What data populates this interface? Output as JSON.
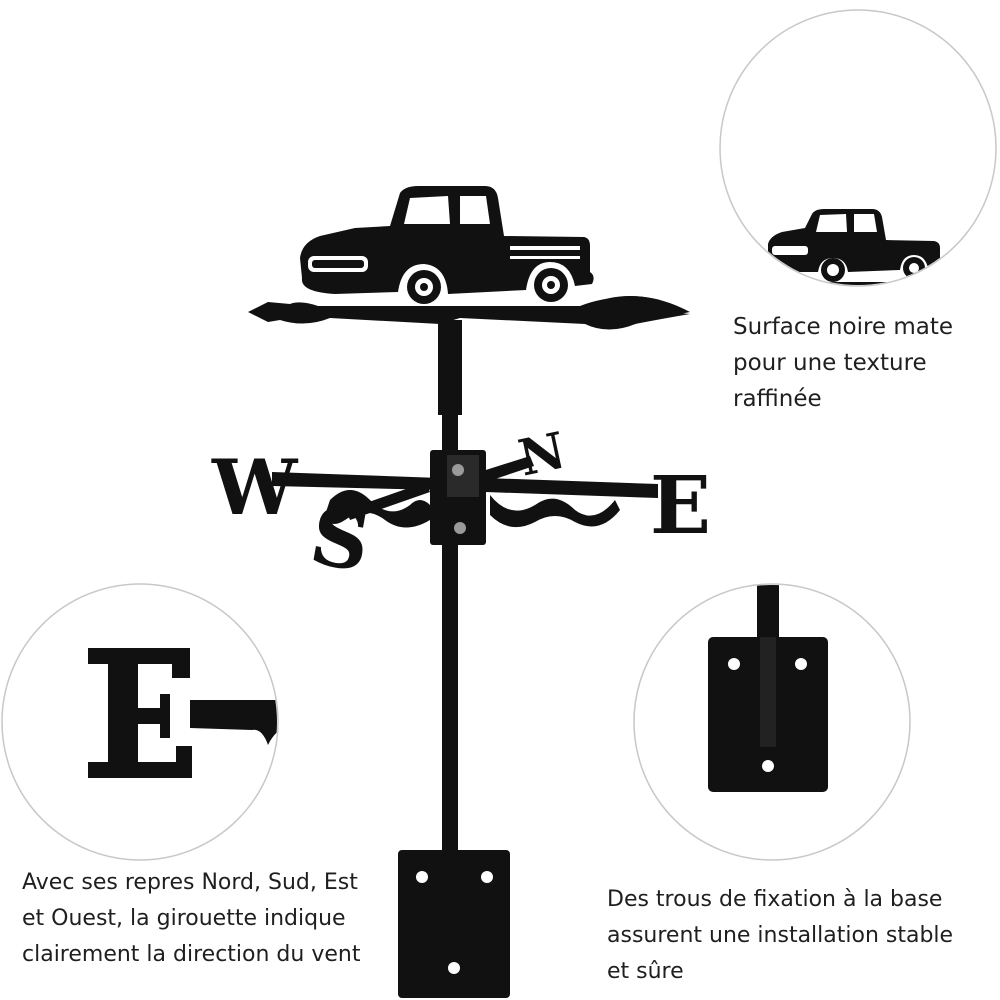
{
  "captions": {
    "top_right": "Surface noire mate\npour une texture\nraffinée",
    "bottom_left": "Avec ses repres Nord, Sud, Est\net Ouest, la girouette indique\nclairement la direction du vent",
    "bottom_right": "Des trous de fixation à la base\nassurent une installation stable\net sûre"
  },
  "compass_letters": {
    "west": "W",
    "east": "E",
    "north": "N",
    "south": "S"
  },
  "colors": {
    "metal": "#111111",
    "background": "#ffffff",
    "circle_border": "#c8c8c8",
    "text": "#1f1f1f"
  }
}
